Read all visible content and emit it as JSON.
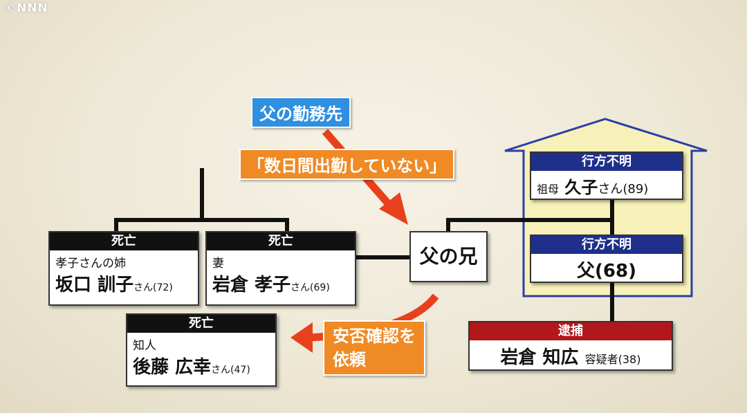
{
  "watermark": "©NNN",
  "employer": "父の勤務先",
  "employer_quote": "「数日間出勤していない」",
  "safety_request": [
    "安否確認を",
    "依頼"
  ],
  "father_brother": "父の兄",
  "people": {
    "sister": {
      "status": "死亡",
      "relation": "孝子さんの姉",
      "name": "坂口 訓子",
      "suffix": "さん(72)"
    },
    "wife": {
      "status": "死亡",
      "relation": "妻",
      "name": "岩倉 孝子",
      "suffix": "さん(69)"
    },
    "acquaintance": {
      "status": "死亡",
      "relation": "知人",
      "name": "後藤 広幸",
      "suffix": "さん(47)"
    },
    "grandmother": {
      "status": "行方不明",
      "relation": "祖母",
      "name": "久子",
      "suffix": "さん(89)"
    },
    "father": {
      "status": "行方不明",
      "name": "父(68)"
    },
    "suspect": {
      "status": "逮捕",
      "name": "岩倉 知広",
      "suffix": "容疑者(38)"
    }
  },
  "colors": {
    "red_arrow": "#e8401c",
    "house_outline": "#2a3fa8",
    "house_fill": "#f7f0b8"
  }
}
